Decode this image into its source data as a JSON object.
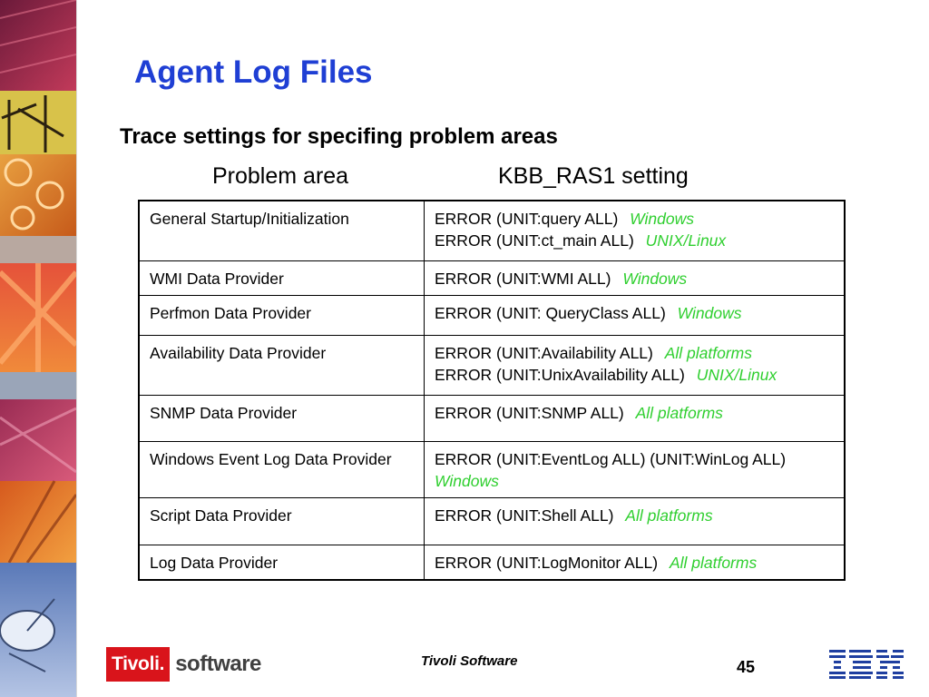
{
  "title": "Agent Log Files",
  "subtitle": "Trace settings for specifing problem areas",
  "columns": {
    "problem_area": "Problem area",
    "setting": "KBB_RAS1 setting"
  },
  "rows": [
    {
      "area": "General Startup/Initialization",
      "lines": [
        {
          "setting": "ERROR (UNIT:query ALL)",
          "platform": "Windows"
        },
        {
          "setting": "ERROR (UNIT:ct_main ALL)",
          "platform": "UNIX/Linux"
        }
      ]
    },
    {
      "area": "WMI Data Provider",
      "lines": [
        {
          "setting": "ERROR (UNIT:WMI ALL)",
          "platform": "Windows"
        }
      ]
    },
    {
      "area": "Perfmon Data Provider",
      "lines": [
        {
          "setting": "ERROR (UNIT: QueryClass ALL)",
          "platform": "Windows"
        }
      ]
    },
    {
      "area": "Availability Data Provider",
      "lines": [
        {
          "setting": "ERROR (UNIT:Availability ALL)",
          "platform": "All platforms"
        },
        {
          "setting": "ERROR (UNIT:UnixAvailability ALL)",
          "platform": "UNIX/Linux"
        }
      ]
    },
    {
      "area": "SNMP Data Provider",
      "lines": [
        {
          "setting": "ERROR (UNIT:SNMP ALL)",
          "platform": "All platforms"
        }
      ]
    },
    {
      "area": "Windows Event Log Data Provider",
      "lines": [
        {
          "setting": "ERROR (UNIT:EventLog ALL) (UNIT:WinLog ALL)",
          "platform": "Windows"
        }
      ]
    },
    {
      "area": "Script Data Provider",
      "lines": [
        {
          "setting": "ERROR (UNIT:Shell ALL)",
          "platform": "All platforms"
        }
      ]
    },
    {
      "area": "Log Data Provider",
      "lines": [
        {
          "setting": "ERROR (UNIT:LogMonitor ALL)",
          "platform": "All platforms"
        }
      ]
    }
  ],
  "footer": {
    "logo_tivoli": "Tivoli.",
    "logo_software": "software",
    "center_text": "Tivoli Software",
    "page_number": "45",
    "ibm_logo": "IBM"
  },
  "colors": {
    "title": "#1f3fd4",
    "platform": "#2fcf2f",
    "tivoli_red": "#d9141b",
    "ibm_blue": "#1f3fa0"
  }
}
